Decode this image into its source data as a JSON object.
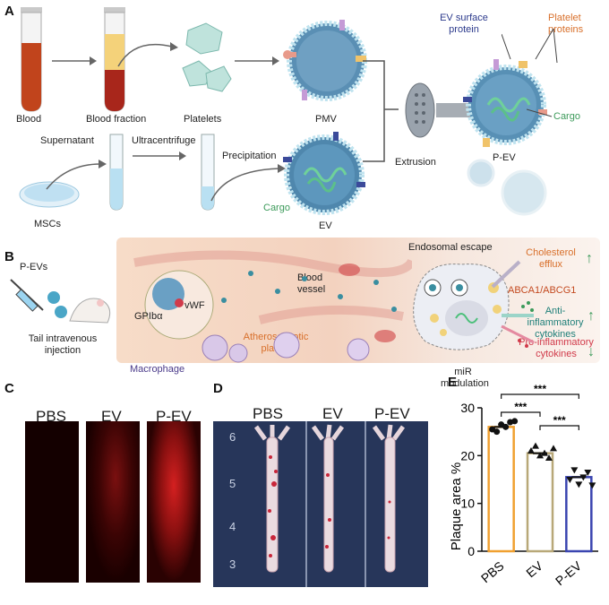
{
  "panelA": {
    "label": "A",
    "blood": "Blood",
    "blood_fraction": "Blood fraction",
    "platelets": "Platelets",
    "pmv": "PMV",
    "ev_surface_protein": "EV surface protein",
    "platelet_proteins": "Platelet proteins",
    "cargo_right": "Cargo",
    "extrusion": "Extrusion",
    "pev": "P-EV",
    "supernatant": "Supernatant",
    "ultracentrifuge": "Ultracentrifuge",
    "precipitation": "Precipitation",
    "mscs": "MSCs",
    "cargo_ev": "Cargo",
    "ev": "EV"
  },
  "panelB": {
    "label": "B",
    "pevs": "P-EVs",
    "tail_injection": "Tail intravenous injection",
    "gpiba": "GPIbα",
    "vwf": "vWF",
    "blood_vessel": "Blood vessel",
    "atherosclerotic_plaque": "Atherosclerotic plaque",
    "macrophage": "Macrophage",
    "endosomal_escape": "Endosomal escape",
    "cholesterol_efflux": "Cholesterol efflux",
    "abca": "ABCA1/ABCG1",
    "anti_inflammatory": "Anti-inflammatory cytokines",
    "pro_inflammatory": "Pro-inflammatory cytokines",
    "mir_modulation": "miR modulation",
    "arrow_up": "↑",
    "arrow_down": "↓"
  },
  "panelC": {
    "label": "C",
    "cols": [
      "PBS",
      "EV",
      "P-EV"
    ]
  },
  "panelD": {
    "label": "D",
    "cols": [
      "PBS",
      "EV",
      "P-EV"
    ],
    "ruler": [
      "6",
      "5",
      "4",
      "3"
    ]
  },
  "panelE": {
    "label": "E",
    "sig": [
      "***",
      "***",
      "***"
    ]
  },
  "chart_data": {
    "type": "bar",
    "categories": [
      "PBS",
      "EV",
      "P-EV"
    ],
    "values": [
      26,
      20.5,
      15.5
    ],
    "points": [
      [
        25.5,
        26.5,
        27,
        25,
        26,
        27.2
      ],
      [
        21,
        20,
        19.5,
        22,
        20.5,
        21.5
      ],
      [
        15,
        14,
        16.5,
        17,
        15.5,
        13.8
      ]
    ],
    "ylabel": "Plaque area %",
    "ylim": [
      0,
      30
    ],
    "yticks": [
      0,
      10,
      20,
      30
    ],
    "colors": [
      "#f0a030",
      "#b8a878",
      "#3a45b0"
    ]
  }
}
